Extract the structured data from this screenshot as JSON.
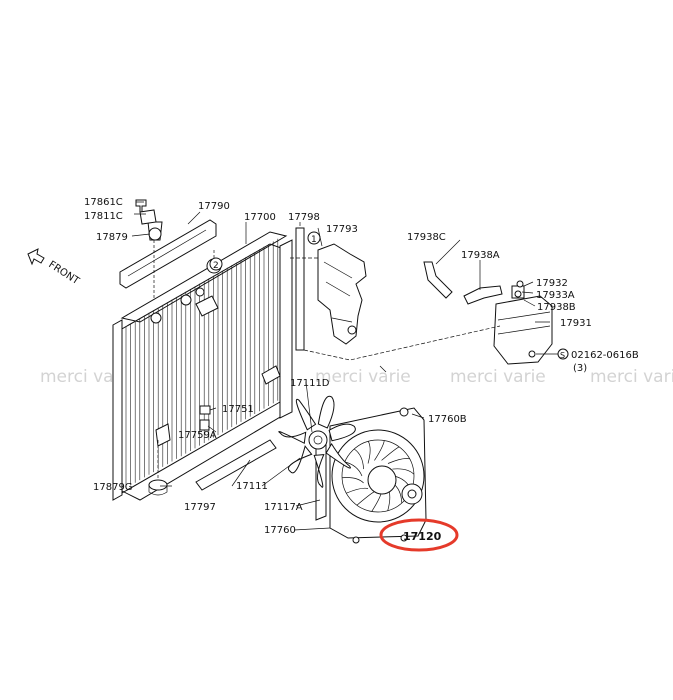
{
  "watermark": "merci varie",
  "direction_label": "FRONT",
  "circle_markers": [
    "1",
    "2"
  ],
  "highlight": {
    "label": "17120",
    "color": "#e53a2a"
  },
  "parts": [
    "17861C",
    "17811C",
    "17879",
    "17790",
    "17700",
    "17798",
    "17793",
    "17938C",
    "17938A",
    "17932",
    "17933A",
    "17938B",
    "17931",
    "02162-0616B",
    "(3)",
    "17111D",
    "17751",
    "17760B",
    "17759A",
    "17879G",
    "17111",
    "17797",
    "17117A",
    "17760"
  ]
}
